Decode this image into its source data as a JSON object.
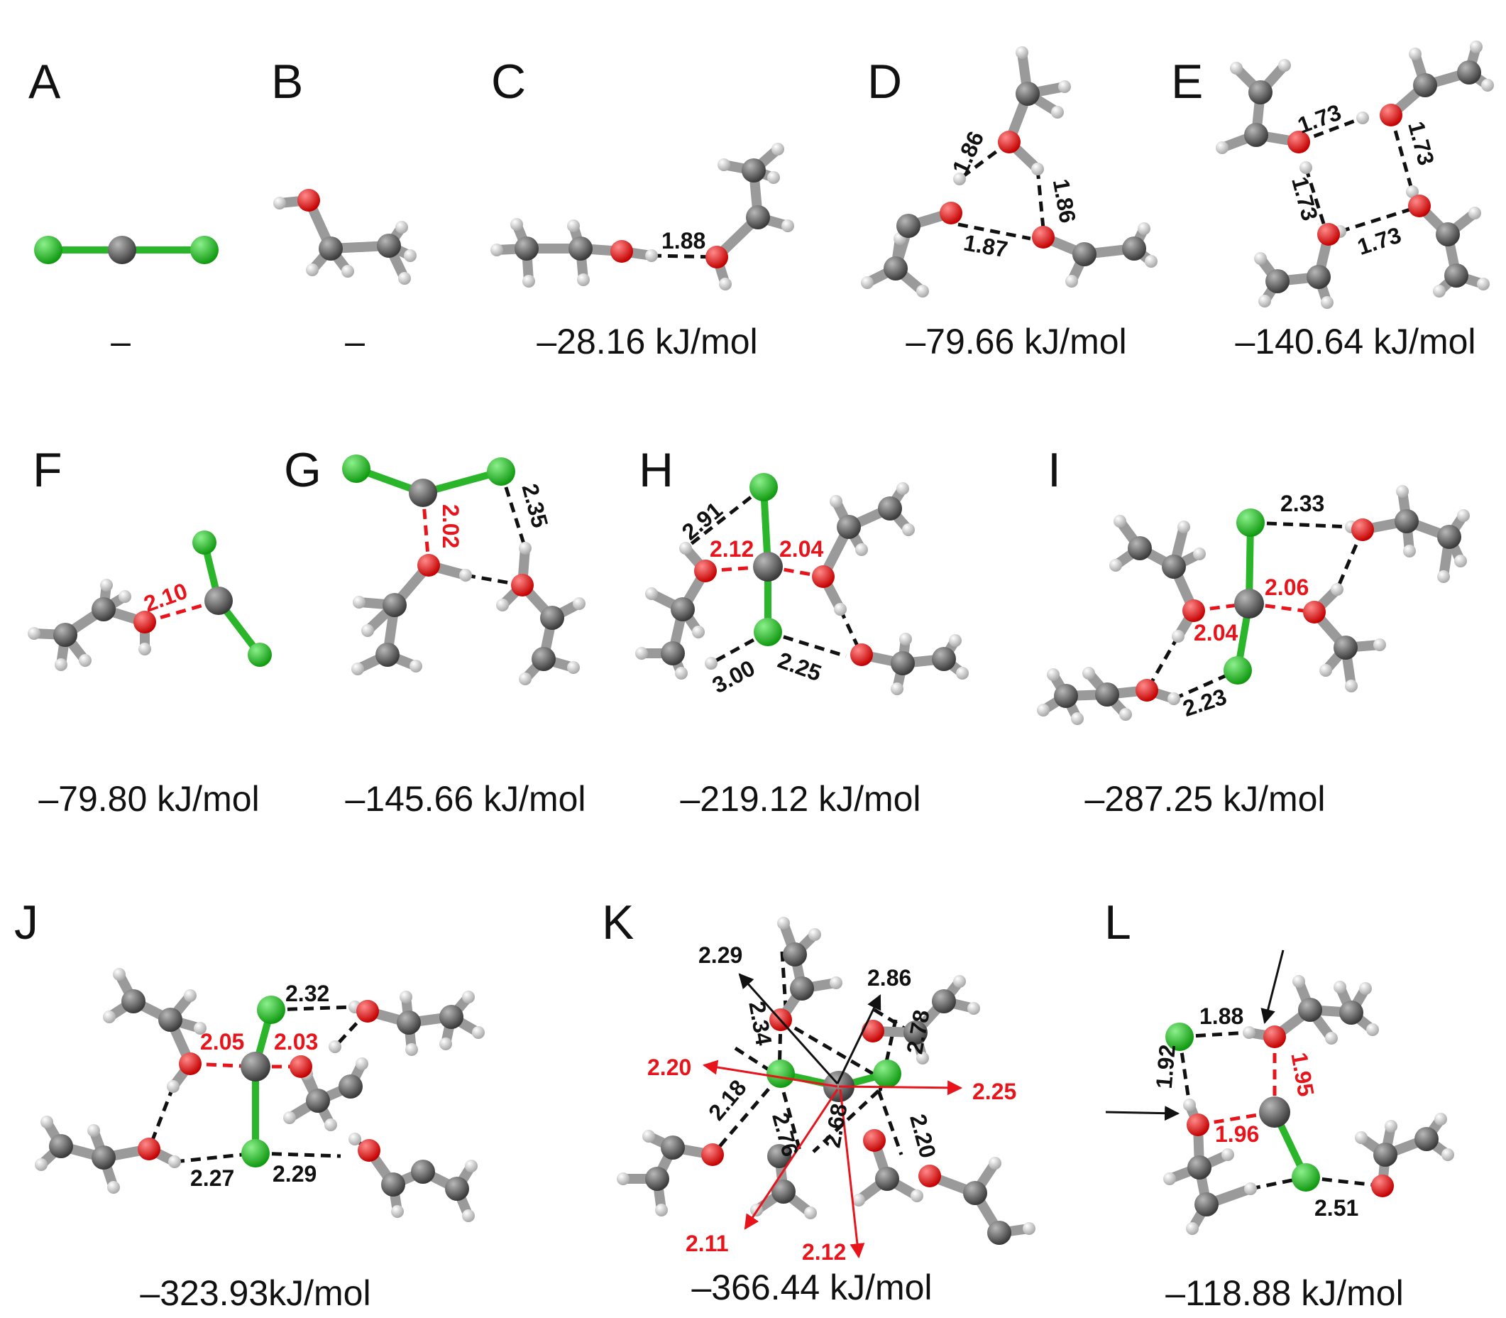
{
  "colors": {
    "carbon": "#6d6d6d",
    "oxygen": "#e8141b",
    "chlorine": "#1fc21f",
    "hydrogen": "#dcdcdc",
    "van_der_waals_line": "#111111",
    "coordination_line": "#e8141b"
  },
  "panels": [
    {
      "letter": "A",
      "energy": "–",
      "distances": []
    },
    {
      "letter": "B",
      "energy": "–",
      "distances": []
    },
    {
      "letter": "C",
      "energy": "–28.16 kJ/mol",
      "distances": [
        {
          "value": "1.88",
          "color": "black"
        }
      ]
    },
    {
      "letter": "D",
      "energy": "–79.66 kJ/mol",
      "distances": [
        {
          "value": "1.86",
          "color": "black"
        },
        {
          "value": "1.86",
          "color": "black"
        },
        {
          "value": "1.87",
          "color": "black"
        }
      ]
    },
    {
      "letter": "E",
      "energy": "–140.64 kJ/mol",
      "distances": [
        {
          "value": "1.73",
          "color": "black"
        },
        {
          "value": "1.73",
          "color": "black"
        },
        {
          "value": "1.73",
          "color": "black"
        },
        {
          "value": "1.73",
          "color": "black"
        }
      ]
    },
    {
      "letter": "F",
      "energy": "–79.80 kJ/mol",
      "distances": [
        {
          "value": "2.10",
          "color": "red"
        }
      ]
    },
    {
      "letter": "G",
      "energy": "–145.66 kJ/mol",
      "distances": [
        {
          "value": "2.02",
          "color": "red"
        },
        {
          "value": "2.35",
          "color": "black"
        }
      ]
    },
    {
      "letter": "H",
      "energy": "–219.12 kJ/mol",
      "distances": [
        {
          "value": "2.91",
          "color": "black"
        },
        {
          "value": "2.12",
          "color": "red"
        },
        {
          "value": "2.04",
          "color": "red"
        },
        {
          "value": "3.00",
          "color": "black"
        },
        {
          "value": "2.25",
          "color": "black"
        }
      ]
    },
    {
      "letter": "I",
      "energy": "–287.25 kJ/mol",
      "distances": [
        {
          "value": "2.33",
          "color": "black"
        },
        {
          "value": "2.06",
          "color": "red"
        },
        {
          "value": "2.04",
          "color": "red"
        },
        {
          "value": "2.23",
          "color": "black"
        }
      ]
    },
    {
      "letter": "J",
      "energy": "–323.93kJ/mol",
      "distances": [
        {
          "value": "2.32",
          "color": "black"
        },
        {
          "value": "2.05",
          "color": "red"
        },
        {
          "value": "2.03",
          "color": "red"
        },
        {
          "value": "2.27",
          "color": "black"
        },
        {
          "value": "2.29",
          "color": "black"
        }
      ]
    },
    {
      "letter": "K",
      "energy": "–366.44 kJ/mol",
      "distances": [
        {
          "value": "2.29",
          "color": "black"
        },
        {
          "value": "2.86",
          "color": "black"
        },
        {
          "value": "2.34",
          "color": "black"
        },
        {
          "value": "2.78",
          "color": "black"
        },
        {
          "value": "2.20",
          "color": "red"
        },
        {
          "value": "2.25",
          "color": "red"
        },
        {
          "value": "2.18",
          "color": "black"
        },
        {
          "value": "2.76",
          "color": "black"
        },
        {
          "value": "2.68",
          "color": "black"
        },
        {
          "value": "2.20",
          "color": "black"
        },
        {
          "value": "2.11",
          "color": "red"
        },
        {
          "value": "2.12",
          "color": "red"
        }
      ]
    },
    {
      "letter": "L",
      "energy": "–118.88 kJ/mol",
      "distances": [
        {
          "value": "1.88",
          "color": "black"
        },
        {
          "value": "1.92",
          "color": "black"
        },
        {
          "value": "1.95",
          "color": "red"
        },
        {
          "value": "1.96",
          "color": "red"
        },
        {
          "value": "2.51",
          "color": "black"
        }
      ]
    }
  ]
}
